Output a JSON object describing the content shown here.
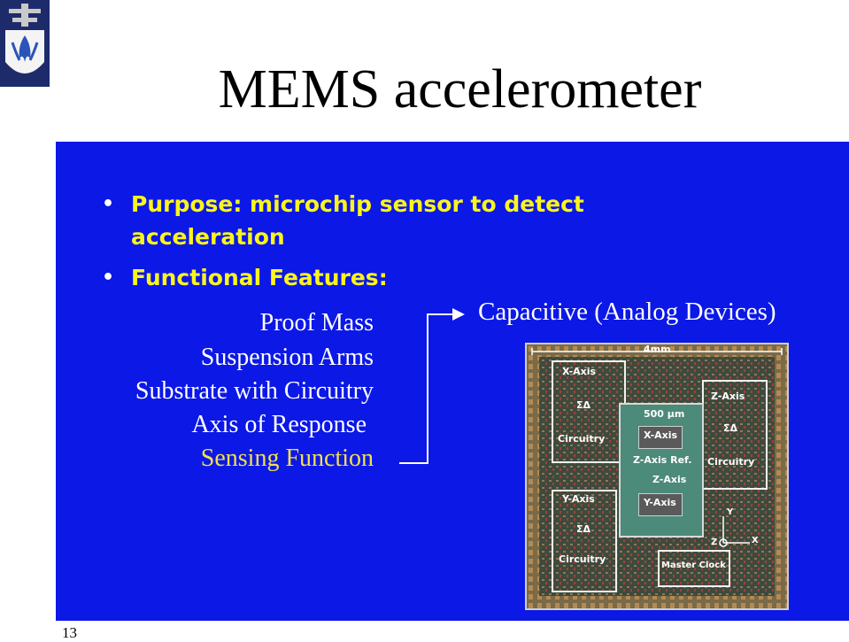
{
  "title": "MEMS accelerometer",
  "slide_number": "13",
  "bullets": [
    {
      "line1": "Purpose:  microchip sensor to detect",
      "line2": "acceleration"
    },
    {
      "line1": "Functional Features:"
    }
  ],
  "features": [
    "Proof Mass",
    "Suspension Arms",
    "Substrate with Circuitry",
    "Axis of Response",
    "Sensing Function"
  ],
  "capacitive_label": "Capacitive (Analog Devices)",
  "chip": {
    "scale_4mm": "4mm",
    "scale_500um": "500 µm",
    "x_axis": "X-Axis",
    "z_axis": "Z-Axis",
    "y_axis": "Y-Axis",
    "circuitry": "Circuitry",
    "sigma_delta": "ΣΔ",
    "core_x": "X-Axis",
    "core_zref": "Z-Axis Ref.",
    "core_z": "Z-Axis",
    "core_y": "Y-Axis",
    "master_clock": "Master Clock",
    "axis_y": "Y",
    "axis_z": "Z",
    "axis_x": "X"
  },
  "colors": {
    "panel": "#0c18e6",
    "bullet_text": "#fbf51a",
    "highlight": "#f4e04a"
  }
}
